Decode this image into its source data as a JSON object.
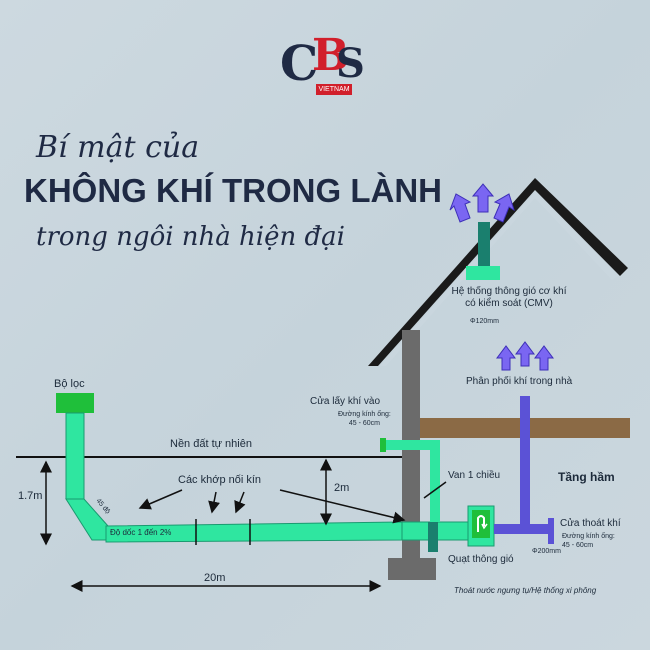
{
  "brand": {
    "logo_letters": [
      "C",
      "B",
      "S"
    ],
    "logo_sub": "VIETNAM"
  },
  "titles": {
    "line1": "Bí mật của",
    "line2": "KHÔNG KHÍ TRONG LÀNH",
    "line3": "trong ngôi nhà hiện đại"
  },
  "labels": {
    "filter": "Bộ lọc",
    "ground": "Nền đất tự nhiên",
    "joints": "Các khớp nối kín",
    "slope": "Độ dốc 1 đến 2%",
    "angle": "45 độ",
    "depth_left": "1.7m",
    "depth_mid": "2m",
    "length": "20m",
    "intake_title": "Cửa lấy khí vào",
    "intake_diameter": "Đường kính ống:\n45 - 60cm",
    "check_valve": "Van 1 chiều",
    "basement": "Tầng hầm",
    "cmv": "Hệ thống thông gió cơ khí\ncó kiểm soát (CMV)",
    "cmv_diameter": "Φ120mm",
    "distribution": "Phân phối khí trong nhà",
    "exhaust_title": "Cửa thoát khí",
    "exhaust_diameter": "Đường kính ống:\n45 - 60cm",
    "exhaust_phi": "Φ200mm",
    "fan": "Quạt thông gió",
    "drain": "Thoát nước ngưng tụ/Hệ thống xi phông"
  },
  "colors": {
    "navy": "#1f2a44",
    "brand_red": "#d11f2b",
    "pipe_green": "#2fe6a0",
    "filter_green": "#1fbf3a",
    "house_teal": "#1a7f6e",
    "wall_gray": "#6b6b6b",
    "wood": "#8b6a45",
    "purple": "#5b52d6",
    "arrow_blue": "#7a66f2"
  }
}
